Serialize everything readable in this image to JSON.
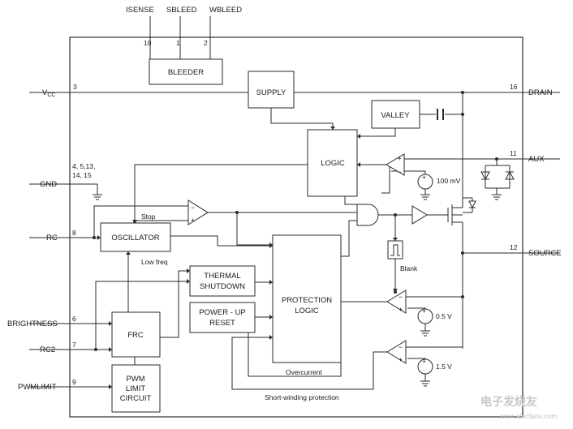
{
  "pins": {
    "isense": {
      "name": "ISENSE",
      "num": "10"
    },
    "sbleed": {
      "name": "SBLEED",
      "num": "1"
    },
    "wbleed": {
      "name": "WBLEED",
      "num": "2"
    },
    "vcc": {
      "name": "V",
      "sub": "CC",
      "num": "3"
    },
    "gnd": {
      "name": "GND",
      "num_line1": "4, 5,13,",
      "num_line2": "14, 15"
    },
    "rc": {
      "name": "RC",
      "num": "8"
    },
    "brightness": {
      "name": "BRIGHTNESS",
      "num": "6"
    },
    "rc2": {
      "name": "RC2",
      "num": "7"
    },
    "pwmlimit": {
      "name": "PWMLIMIT",
      "num": "9"
    },
    "drain": {
      "name": "DRAIN",
      "num": "16"
    },
    "aux": {
      "name": "AUX",
      "num": "11"
    },
    "source": {
      "name": "SOURCE",
      "num": "12"
    }
  },
  "blocks": {
    "bleeder": "BLEEDER",
    "supply": "SUPPLY",
    "valley": "VALLEY",
    "logic": "LOGIC",
    "oscillator": "OSCILLATOR",
    "thermal_line1": "THERMAL",
    "thermal_line2": "SHUTDOWN",
    "powerup_line1": "POWER - UP",
    "powerup_line2": "RESET",
    "protection_line1": "PROTECTION",
    "protection_line2": "LOGIC",
    "frc": "FRC",
    "pwm_line1": "PWM",
    "pwm_line2": "LIMIT",
    "pwm_line3": "CIRCUIT"
  },
  "labels": {
    "stop": "Stop",
    "low_freq": "Low freq",
    "blank": "Blank",
    "overcurrent": "Overcurrent",
    "short_winding": "Short-winding protection",
    "v100mv": "100 mV",
    "v05": "0.5 V",
    "v15": "1.5 V",
    "plus": "+",
    "minus": "−"
  },
  "watermark": {
    "text": "电子发烧友",
    "url": "www.elecfans.com"
  }
}
